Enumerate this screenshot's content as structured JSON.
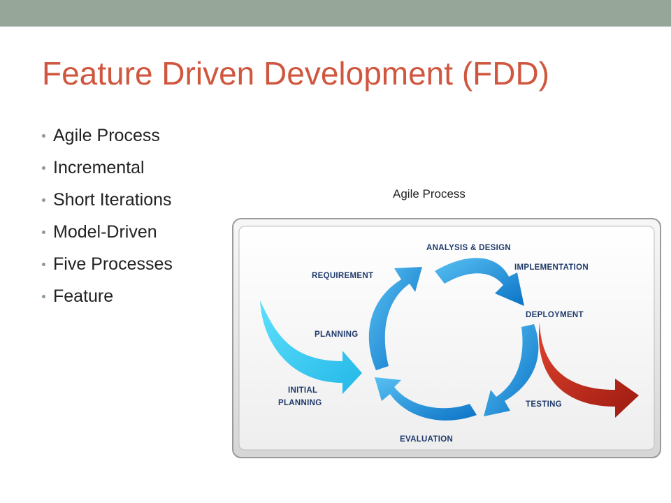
{
  "slide": {
    "title": "Feature Driven Development (FDD)",
    "bullets": [
      "Agile Process",
      "Incremental",
      "Short Iterations",
      "Model-Driven",
      "Five Processes",
      "Feature"
    ],
    "colors": {
      "title": "#d0573f",
      "top_bar": "#96a699"
    }
  },
  "diagram": {
    "caption": "Agile Process",
    "labels": {
      "analysis_design": "ANALYSIS & DESIGN",
      "implementation": "IMPLEMENTATION",
      "requirement": "REQUIREMENT",
      "deployment": "DEPLOYMENT",
      "planning": "PLANNING",
      "initial_1": "INITIAL",
      "initial_2": "PLANNING",
      "testing": "TESTING",
      "evaluation": "EVALUATION"
    },
    "colors": {
      "cycle": "#1e8fd6",
      "initial": "#3cc8ee",
      "output": "#c62a1c",
      "label": "#1f3a6b"
    }
  }
}
